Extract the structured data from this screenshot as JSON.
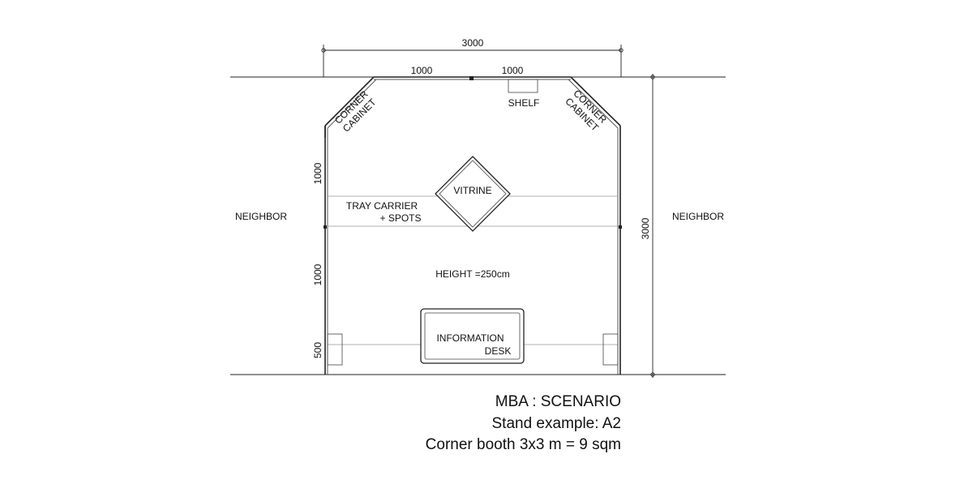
{
  "dimensions": {
    "top_total": "3000",
    "top_left": "1000",
    "top_right": "1000",
    "right_total": "3000",
    "left_upper": "1000",
    "left_middle": "1000",
    "left_lower": "500"
  },
  "labels": {
    "neighbor_left": "NEIGHBOR",
    "neighbor_right": "NEIGHBOR",
    "corner_cabinet_left": [
      "CORNER",
      "CABINET"
    ],
    "corner_cabinet_right": [
      "CORNER",
      "CABINET"
    ],
    "shelf": "SHELF",
    "vitrine": "VITRINE",
    "tray_carrier": [
      "TRAY CARRIER",
      "+ SPOTS"
    ],
    "height": "HEIGHT =250cm",
    "information_desk": [
      "INFORMATION",
      "DESK"
    ]
  },
  "caption": {
    "line1": "MBA : SCENARIO",
    "line2": "Stand example: A2",
    "line3": "Corner booth 3x3 m = 9 sqm"
  }
}
